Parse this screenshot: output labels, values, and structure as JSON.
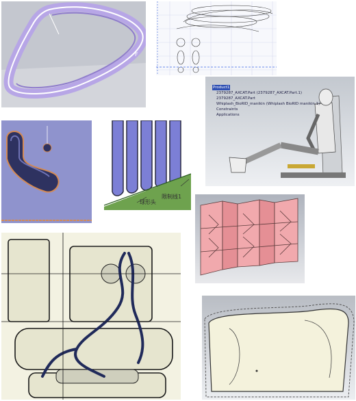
{
  "panels": [
    {
      "name": "seat-frame-ring-render",
      "caption": ""
    },
    {
      "name": "mannequin-wireframe-drawing",
      "caption": ""
    },
    {
      "name": "catia-product-tree-manikin",
      "caption": ""
    },
    {
      "name": "headrest-section-render",
      "caption": ""
    },
    {
      "name": "foam-columns-render",
      "caption": ""
    },
    {
      "name": "pink-cells-render",
      "caption": ""
    },
    {
      "name": "seat-wiring-harness-render",
      "caption": ""
    },
    {
      "name": "seat-cushion-surface-render",
      "caption": ""
    }
  ],
  "catia_tree": {
    "items": [
      "Product1",
      "2379287_AXCAT.Part (2379287_AXCAT.Part.1)",
      "2379287_AXCAT.Part",
      "Whiplash_BioRID_manikin (Whiplash BioRID manikin.1)",
      "Constraints",
      "Applications"
    ]
  },
  "foam_labels": {
    "ball_head": "球形头",
    "limit_line": "限制线1"
  },
  "colors": {
    "purple_frame": "#b7a6e6",
    "foam_blue": "#7c7fd6",
    "pink_cells": "#f1a9ad",
    "headrest_bg": "#8e92cc",
    "gray_bg": "#b9bdc4"
  }
}
